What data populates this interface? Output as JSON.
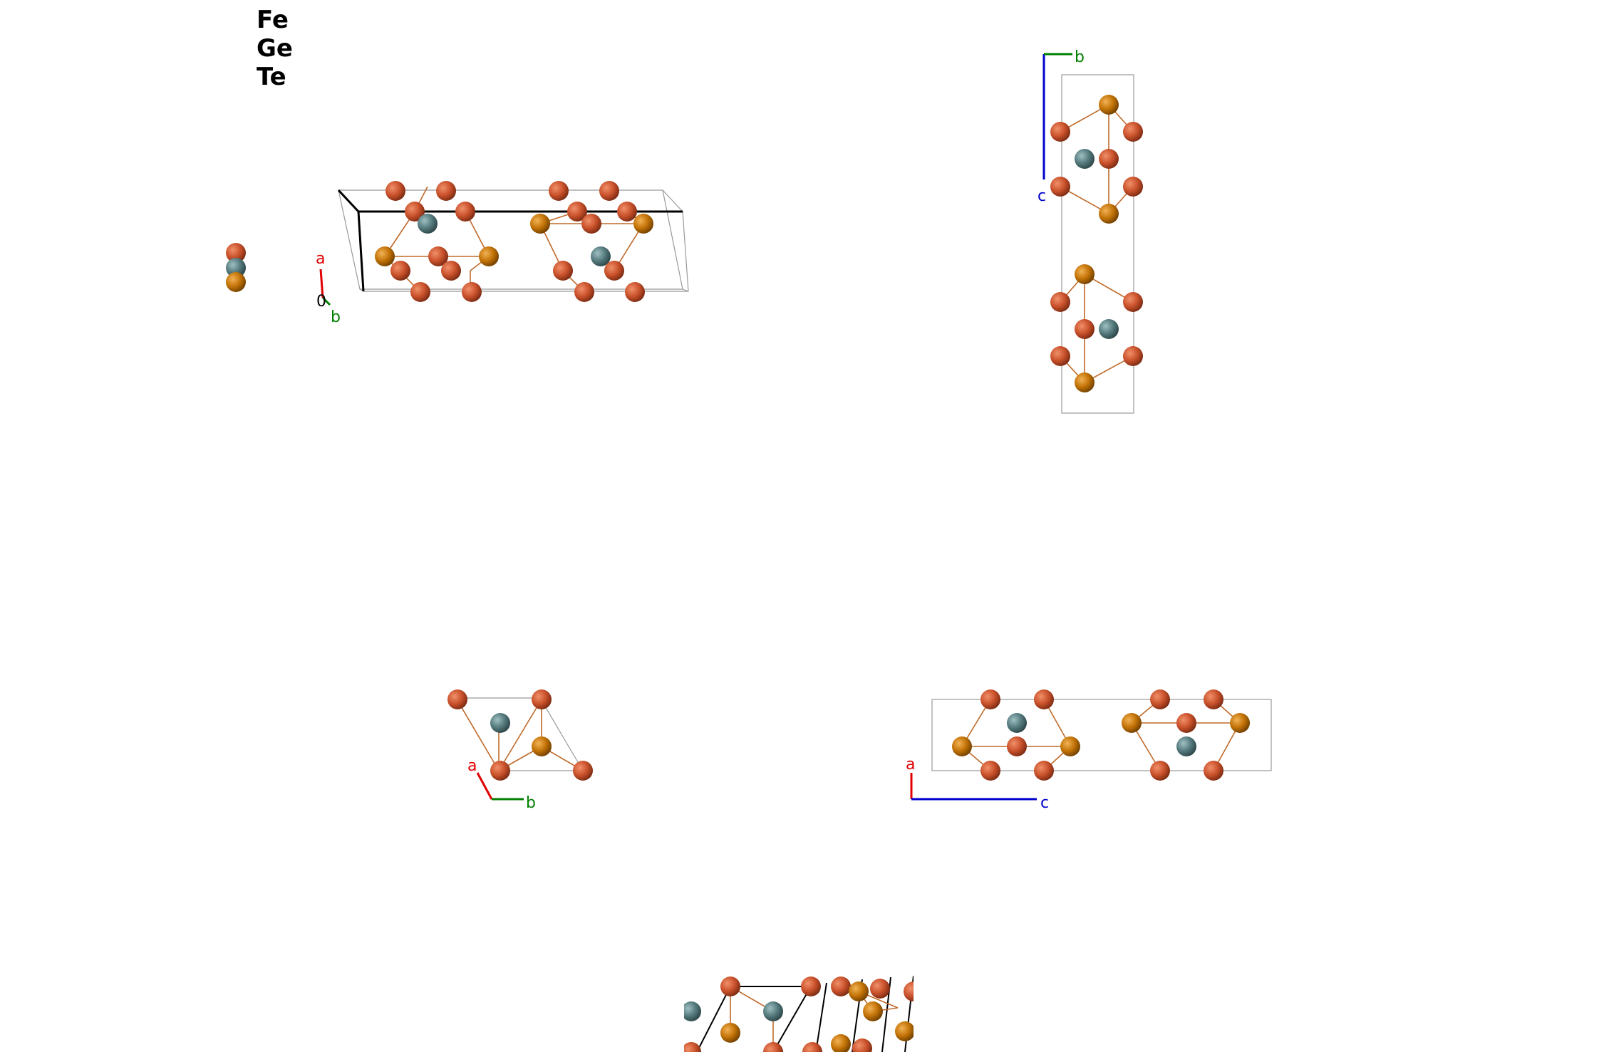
{
  "legend": {
    "elements": [
      "Fe",
      "Ge",
      "Te"
    ]
  },
  "axis_labels": {
    "a": "a",
    "b": "b",
    "c": "c",
    "origin": "0"
  },
  "colors": {
    "Fe": "#c9512b",
    "Ge": "#547a7d",
    "Te": "#c27206",
    "axis_a": "#e00000",
    "axis_b": "#008000",
    "axis_c": "#0000cc",
    "bond": "#c06a2a",
    "cell": "#999999",
    "cell_edge": "#000000"
  },
  "views": [
    {
      "name": "perspective-view",
      "axes": [
        "a",
        "b",
        "origin"
      ]
    },
    {
      "name": "view-along-a",
      "axes": [
        "b",
        "c"
      ]
    },
    {
      "name": "view-along-c",
      "axes": [
        "a",
        "b"
      ]
    },
    {
      "name": "view-along-b",
      "axes": [
        "a",
        "c"
      ]
    },
    {
      "name": "supercell-view",
      "axes": []
    }
  ]
}
